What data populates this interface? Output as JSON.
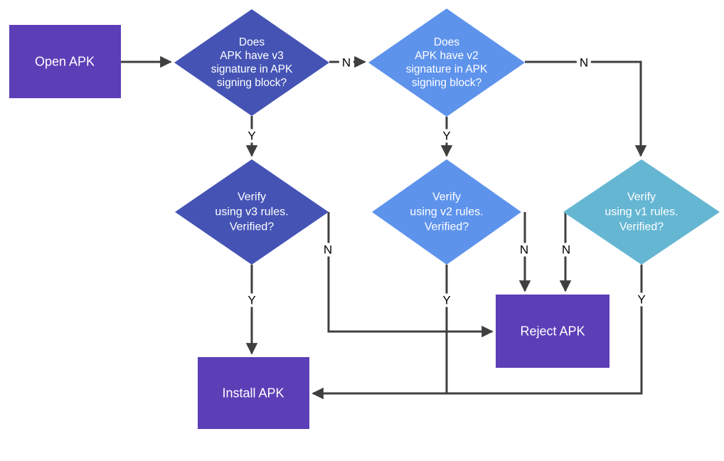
{
  "colors": {
    "background": "#FFFFFF",
    "box_fill": "#5C3EB7",
    "diamond_v3_fill": "#4554B4",
    "diamond_v2_fill": "#5E93EC",
    "diamond_v1_fill": "#65B6D2",
    "edge_stroke": "#3F3F3F",
    "shape_text": "#FFFFFF",
    "label_text": "#000000"
  },
  "nodes": {
    "open_apk": {
      "label": "Open APK"
    },
    "q_v3": {
      "lines": [
        "Does",
        "APK have v3",
        "signature in APK",
        "signing block?"
      ]
    },
    "q_v2": {
      "lines": [
        "Does",
        "APK have v2",
        "signature in APK",
        "signing block?"
      ]
    },
    "verify_v3": {
      "lines": [
        "Verify",
        "using v3 rules.",
        "Verified?"
      ]
    },
    "verify_v2": {
      "lines": [
        "Verify",
        "using v2 rules.",
        "Verified?"
      ]
    },
    "verify_v1": {
      "lines": [
        "Verify",
        "using v1 rules.",
        "Verified?"
      ]
    },
    "reject_apk": {
      "label": "Reject APK"
    },
    "install_apk": {
      "label": "Install APK"
    }
  },
  "edge_labels": {
    "q_v3_yes": "Y",
    "q_v3_no": "N",
    "q_v2_yes": "Y",
    "q_v2_no": "N",
    "verify_v3_yes": "Y",
    "verify_v3_no": "N",
    "verify_v2_yes": "Y",
    "verify_v2_no": "N",
    "verify_v1_yes": "Y",
    "verify_v1_no": "N"
  }
}
